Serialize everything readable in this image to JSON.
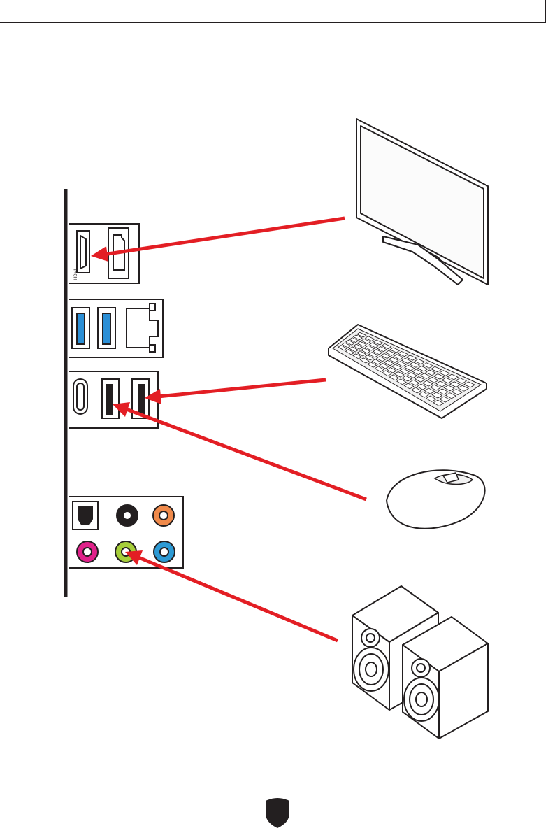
{
  "page": {
    "background": "#ffffff"
  },
  "colors": {
    "line": "#231f20",
    "arrow": "#e31e24",
    "usb_blue": "#2b8fd6",
    "audio_orange": "#f08a4b",
    "audio_pink": "#e0218a",
    "audio_green": "#a6ce39",
    "audio_blue": "#2d9ad4",
    "audio_black": "#231f20",
    "device_fill": "#f2f2f2"
  },
  "io_panel": {
    "hdmi_label": "HDMI"
  },
  "connections": [
    {
      "from": "monitor",
      "to": "hdmi-port"
    },
    {
      "from": "keyboard",
      "to": "usb-a-port-right"
    },
    {
      "from": "mouse",
      "to": "usb-a-port-left"
    },
    {
      "from": "speakers",
      "to": "line-out-jack"
    }
  ],
  "icons": {
    "top_line": "corner-line",
    "monitor": "monitor-icon",
    "keyboard": "keyboard-icon",
    "mouse": "mouse-icon",
    "speakers": "speakers-icon",
    "footer": "shield-icon"
  }
}
